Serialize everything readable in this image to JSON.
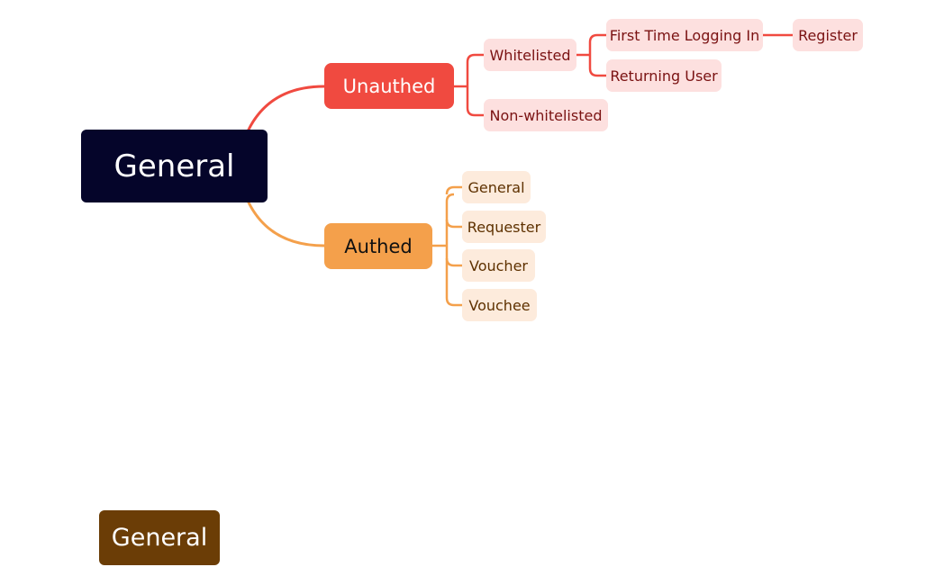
{
  "mindmap": {
    "root": {
      "label": "General",
      "color": "#05052a"
    },
    "unauthed": {
      "label": "Unauthed",
      "color": "#f04a40",
      "children": {
        "whitelisted": {
          "label": "Whitelisted",
          "children": {
            "first_time": {
              "label": "First Time Logging In"
            },
            "register": {
              "label": "Register"
            },
            "returning": {
              "label": "Returning User"
            }
          }
        },
        "non_whitelisted": {
          "label": "Non-whitelisted"
        }
      }
    },
    "authed": {
      "label": "Authed",
      "color": "#f4a04b",
      "children": [
        {
          "label": "General"
        },
        {
          "label": "Requester"
        },
        {
          "label": "Voucher"
        },
        {
          "label": "Vouchee"
        }
      ]
    },
    "floating_topic": {
      "label": "General",
      "color": "#6b3d06"
    }
  }
}
